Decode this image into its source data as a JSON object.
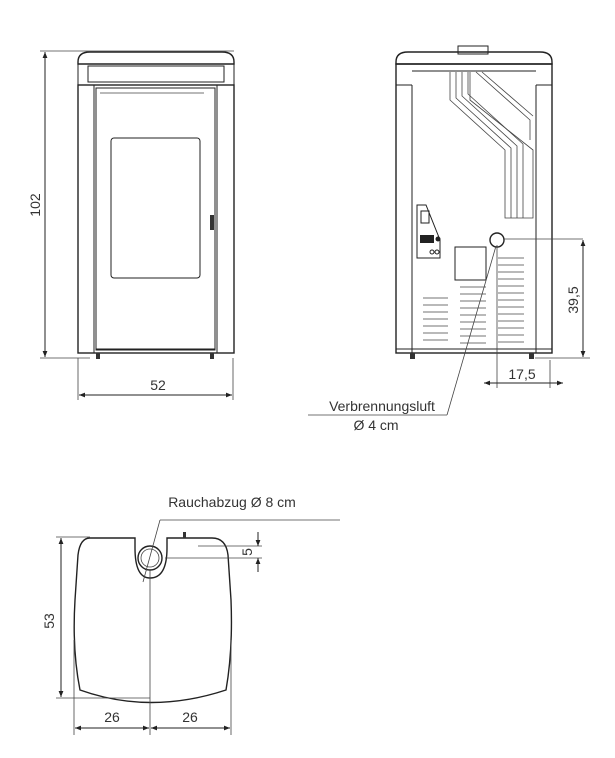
{
  "front_view": {
    "height_label": "102",
    "width_label": "52"
  },
  "rear_view": {
    "air_intake_height_label": "39,5",
    "air_intake_offset_label": "17,5",
    "air_intake_name": "Verbrennungsluft",
    "air_intake_diameter": "Ø 4 cm"
  },
  "top_view": {
    "flue_label": "Rauchabzug Ø 8 cm",
    "flue_offset_label": "5",
    "depth_label": "53",
    "left_half_label": "26",
    "right_half_label": "26"
  },
  "colors": {
    "line": "#222222",
    "text": "#333333",
    "background": "#ffffff"
  }
}
